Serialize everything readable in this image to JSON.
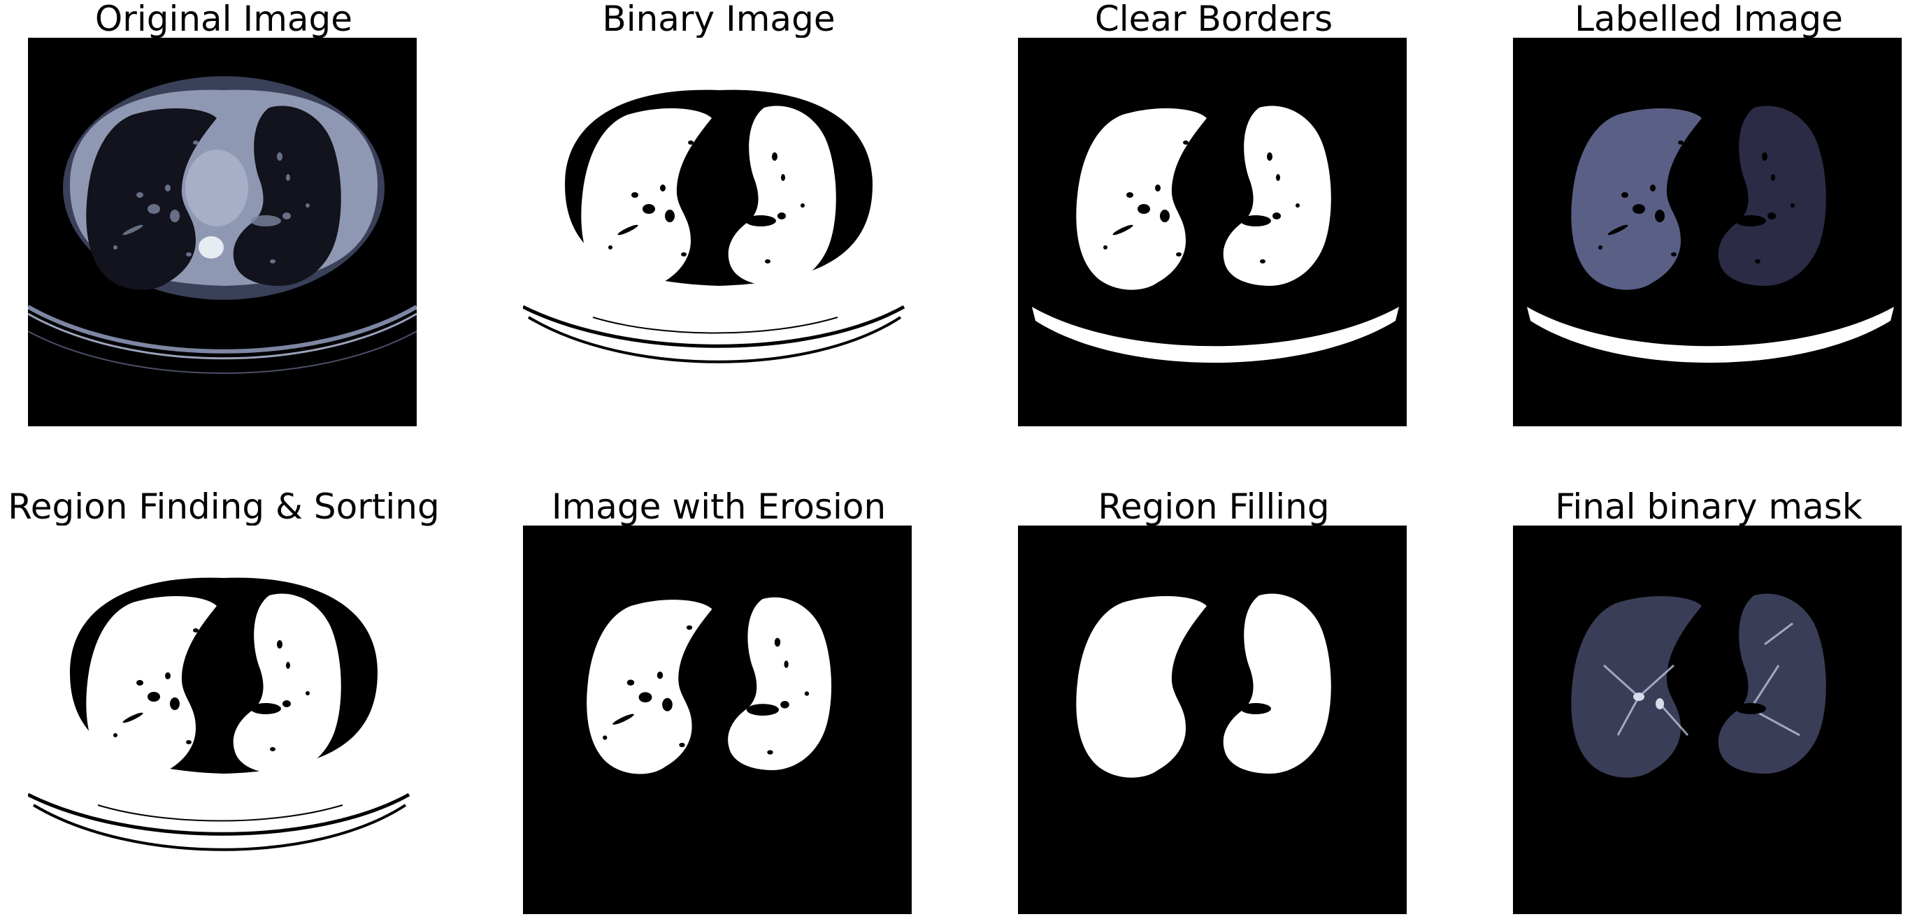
{
  "figure": {
    "panels": [
      {
        "title": "Original Image"
      },
      {
        "title": "Binary Image"
      },
      {
        "title": "Clear Borders"
      },
      {
        "title": "Labelled Image"
      },
      {
        "title": "Region Finding & Sorting"
      },
      {
        "title": "Image with Erosion"
      },
      {
        "title": "Region Filling"
      },
      {
        "title": "Final binary mask"
      }
    ]
  },
  "colors": {
    "black": "#000000",
    "white": "#ffffff",
    "ct_tissue": "#8f98b3",
    "ct_lung": "#12131c",
    "label_1": "#5a5f86",
    "label_2": "#2c2b45",
    "mask_tissue": "#3a3d57"
  }
}
